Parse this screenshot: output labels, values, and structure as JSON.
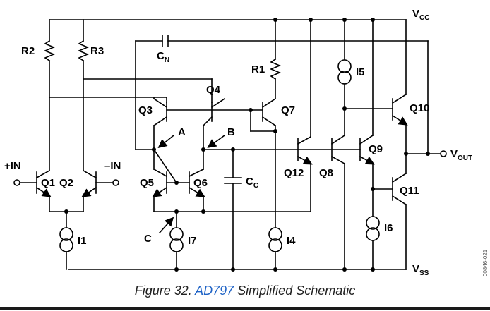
{
  "labels": {
    "vcc": "V",
    "vcc_sub": "CC",
    "vss": "V",
    "vss_sub": "SS",
    "vout": "V",
    "vout_sub": "OUT",
    "in_plus": "+IN",
    "in_minus": "–IN",
    "r1": "R1",
    "r2": "R2",
    "r3": "R3",
    "cn": "C",
    "cn_sub": "N",
    "cc": "C",
    "cc_sub": "C",
    "q1": "Q1",
    "q2": "Q2",
    "q3": "Q3",
    "q4": "Q4",
    "q5": "Q5",
    "q6": "Q6",
    "q7": "Q7",
    "q8": "Q8",
    "q9": "Q9",
    "q10": "Q10",
    "q11": "Q11",
    "q12": "Q12",
    "i1": "I1",
    "i4": "I4",
    "i5": "I5",
    "i6": "I6",
    "i7": "I7",
    "node_a": "A",
    "node_b": "B",
    "node_c": "C"
  },
  "side_code": "00846-021",
  "caption": {
    "prefix": "Figure 32. ",
    "link": "AD797",
    "suffix": " Simplified Schematic"
  }
}
